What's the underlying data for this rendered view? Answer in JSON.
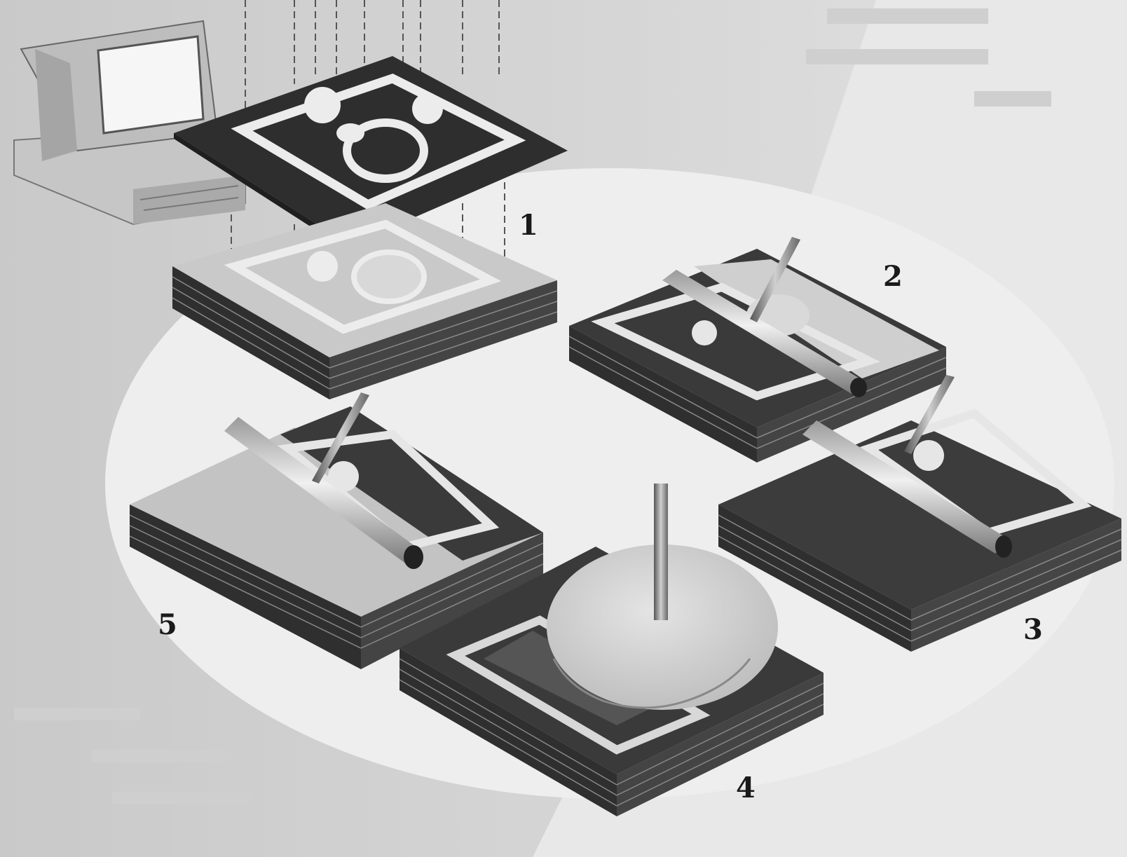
{
  "steps": [
    {
      "number": "1"
    },
    {
      "number": "2"
    },
    {
      "number": "3"
    },
    {
      "number": "4"
    },
    {
      "number": "5"
    }
  ],
  "colors": {
    "background_left": "#d2d2d2",
    "background_right": "#e6e6e6",
    "ellipse": "#ececec",
    "dark": "#3c3c3c",
    "pattern": "#eaeaea"
  }
}
